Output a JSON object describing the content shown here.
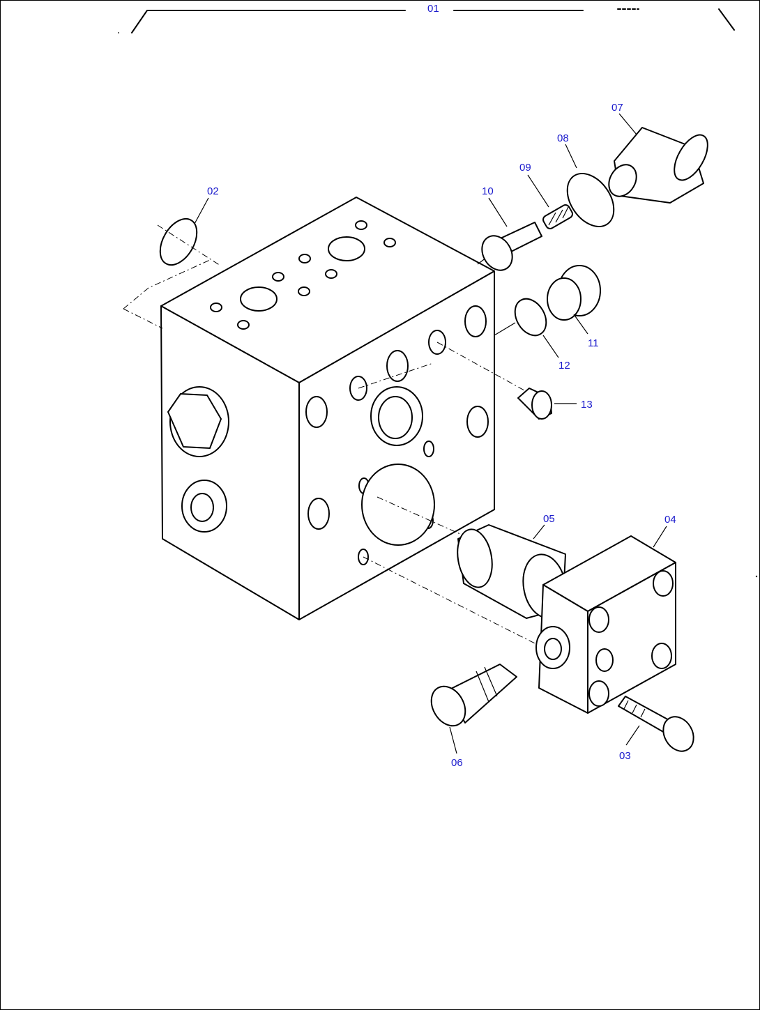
{
  "callouts": {
    "c01": "01",
    "c02": "02",
    "c03": "03",
    "c04": "04",
    "c05": "05",
    "c06": "06",
    "c07": "07",
    "c08": "08",
    "c09": "09",
    "c10": "10",
    "c11": "11",
    "c12": "12",
    "c13": "13"
  },
  "colors": {
    "callout_text": "#1a1acc",
    "line_art": "#000000",
    "background": "#ffffff"
  }
}
